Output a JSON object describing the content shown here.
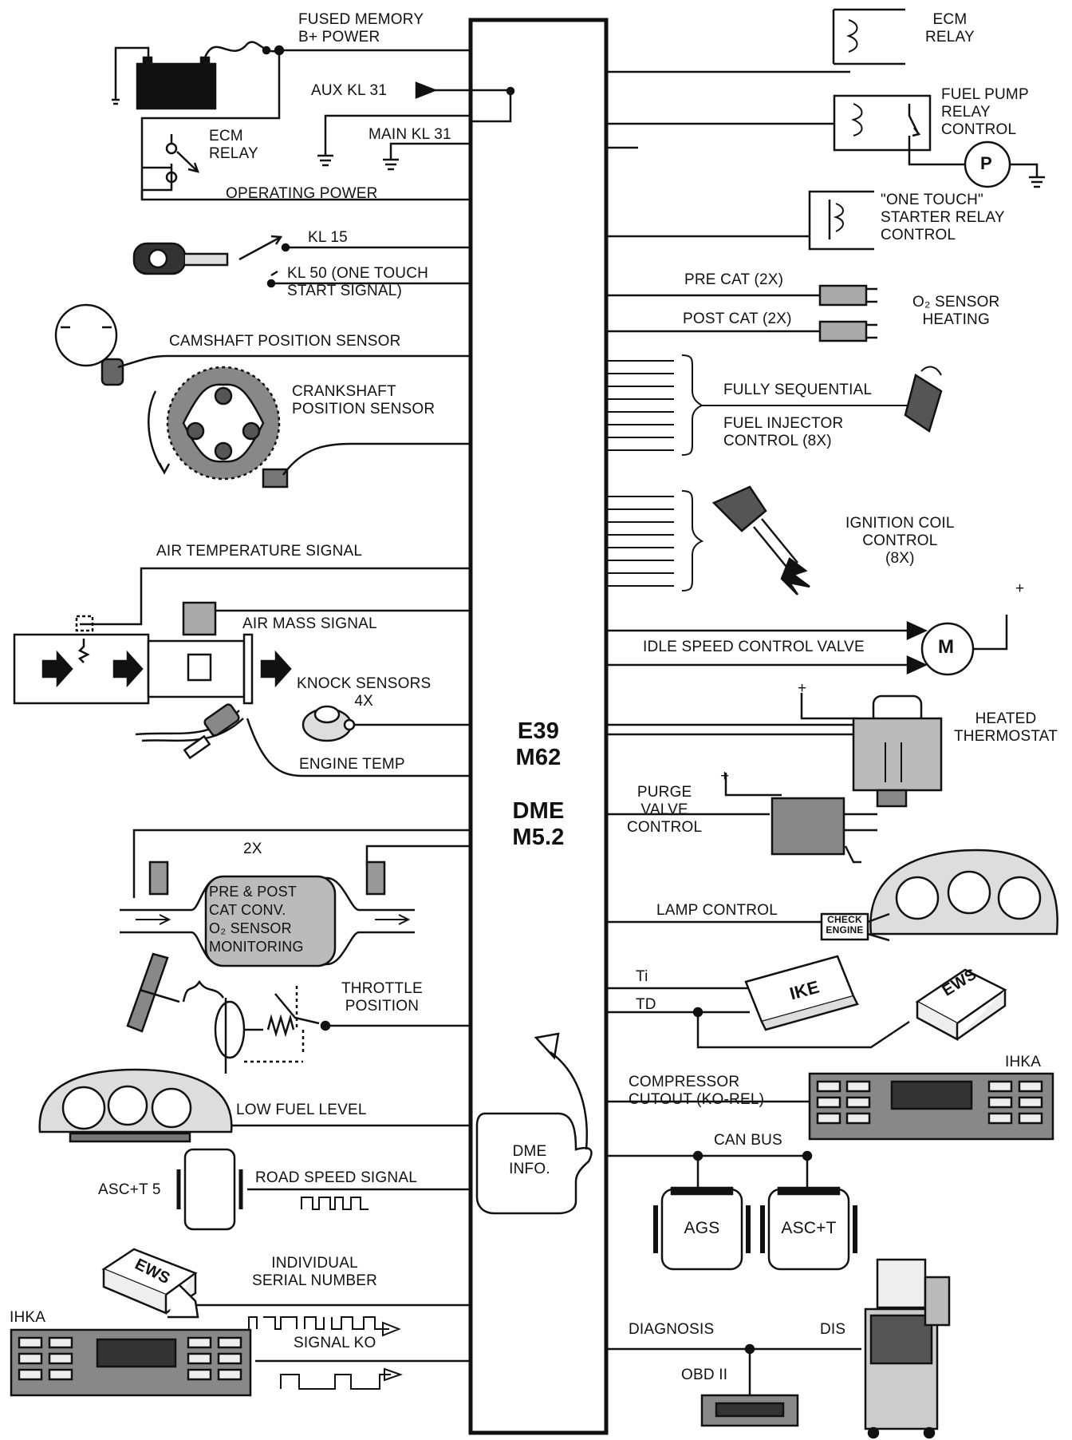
{
  "ecu": {
    "line1": "E39",
    "line2": "M62",
    "line3": "DME",
    "line4": "M5.2"
  },
  "inputs": {
    "fused_memory": "FUSED MEMORY\nB+ POWER",
    "aux_kl31": "AUX KL 31",
    "ecm_relay": "ECM\nRELAY",
    "main_kl31": "MAIN KL 31",
    "operating_power": "OPERATING POWER",
    "kl15": "KL 15",
    "kl50": "KL 50 (ONE TOUCH\nSTART SIGNAL)",
    "camshaft": "CAMSHAFT POSITION SENSOR",
    "crankshaft": "CRANKSHAFT\nPOSITION SENSOR",
    "air_temp": "AIR TEMPERATURE SIGNAL",
    "air_mass": "AIR MASS SIGNAL",
    "knock": "KNOCK  SENSORS\n4X",
    "engine_temp": "ENGINE TEMP",
    "cat_count": "2X",
    "cat_monitor": "PRE & POST\nCAT CONV.\nO₂ SENSOR\nMONITORING",
    "throttle": "THROTTLE\nPOSITION",
    "low_fuel": "LOW FUEL LEVEL",
    "asc_t5": "ASC+T 5",
    "road_speed": "ROAD SPEED SIGNAL",
    "ews_label": "EWS",
    "serial_number": "INDIVIDUAL\nSERIAL NUMBER",
    "ihka": "IHKA",
    "signal_ko": "SIGNAL KO"
  },
  "outputs": {
    "ecm_relay": "ECM\nRELAY",
    "fuel_pump": "FUEL PUMP\nRELAY\nCONTROL",
    "pump_symbol": "P",
    "starter": "\"ONE TOUCH\"\nSTARTER RELAY\nCONTROL",
    "pre_cat": "PRE CAT (2X)",
    "post_cat": "POST CAT (2X)",
    "o2_heating": "O₂ SENSOR\nHEATING",
    "injector_a": "FULLY SEQUENTIAL",
    "injector_b": "FUEL INJECTOR\nCONTROL (8X)",
    "ignition": "IGNITION COIL\nCONTROL\n(8X)",
    "plus": "+",
    "idle": "IDLE SPEED CONTROL VALVE",
    "motor": "M",
    "thermostat": "HEATED\nTHERMOSTAT",
    "purge": "PURGE\nVALVE\nCONTROL",
    "lamp": "LAMP CONTROL",
    "check_engine": "CHECK\nENGINE",
    "ti": "Ti",
    "td": "TD",
    "ike": "IKE",
    "ews": "EWS",
    "ihka": "IHKA",
    "compressor": "COMPRESSOR\nCUTOUT (KO-REL)",
    "can_bus": "CAN BUS",
    "ags": "AGS",
    "asct": "ASC+T",
    "diagnosis": "DIAGNOSIS",
    "dis": "DIS",
    "obd": "OBD II"
  },
  "dme_info": "DME\nINFO."
}
